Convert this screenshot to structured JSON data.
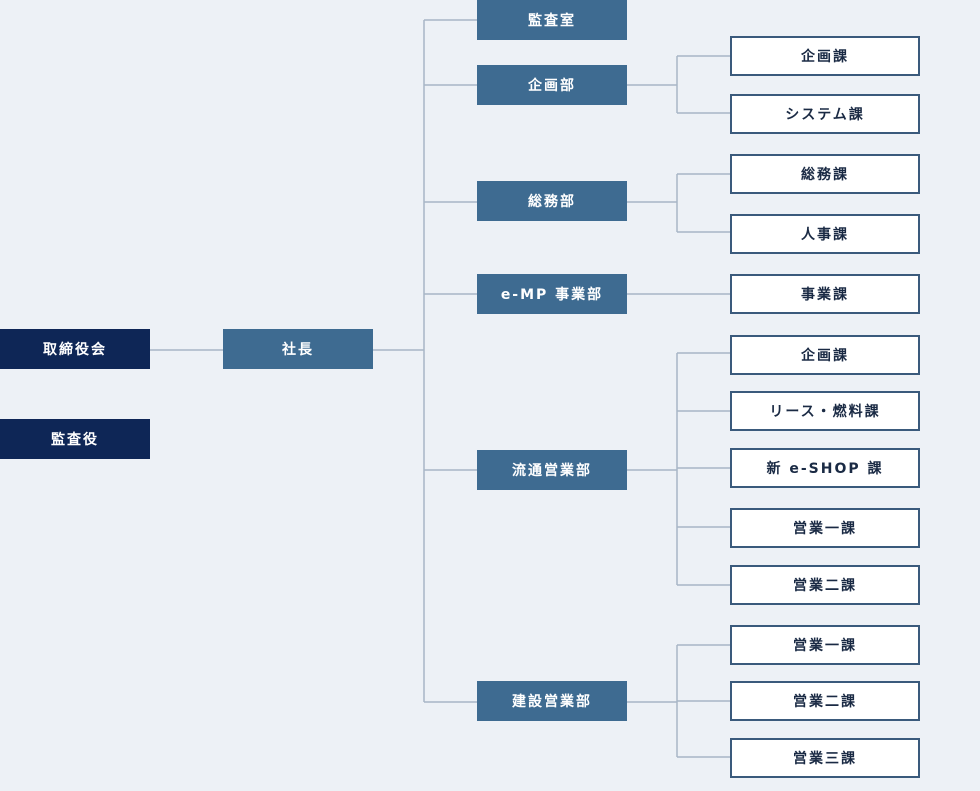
{
  "colors": {
    "background": "#edf1f6",
    "top_box": "#0e2656",
    "dept_box": "#3e6b91",
    "leaf_border": "#3a5a7c",
    "connector": "#a8b6c6"
  },
  "board": {
    "label": "取締役会"
  },
  "auditor": {
    "label": "監査役"
  },
  "president": {
    "label": "社長"
  },
  "departments": [
    {
      "id": "audit",
      "label": "監査室",
      "sections": []
    },
    {
      "id": "planning",
      "label": "企画部",
      "sections": [
        "企画課",
        "システム課"
      ]
    },
    {
      "id": "general",
      "label": "総務部",
      "sections": [
        "総務課",
        "人事課"
      ]
    },
    {
      "id": "emp",
      "label": "e-MP 事業部",
      "sections": [
        "事業課"
      ]
    },
    {
      "id": "distribution",
      "label": "流通営業部",
      "sections": [
        "企画課",
        "リース・燃料課",
        "新 e-SHOP 課",
        "営業一課",
        "営業二課"
      ]
    },
    {
      "id": "construction",
      "label": "建設営業部",
      "sections": [
        "営業一課",
        "営業二課",
        "営業三課"
      ]
    }
  ]
}
